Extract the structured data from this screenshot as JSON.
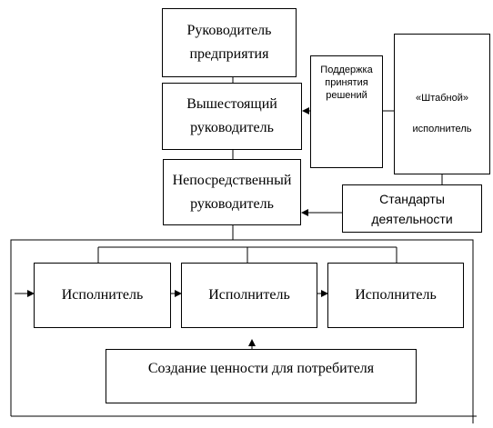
{
  "nodes": {
    "head": "Руководитель\nпредприятия",
    "senior": "Вышестоящий\nруководитель",
    "direct": "Непосредственный\nруководитель",
    "support": "Поддержка\nпринятия\nрешений",
    "staff_top": "«Штабной»",
    "staff_bottom": "исполнитель",
    "standards": "Стандарты\nдеятельности",
    "executor_1": "Исполнитель",
    "executor_2": "Исполнитель",
    "executor_3": "Исполнитель",
    "value": "Создание ценности для потребителя"
  },
  "colors": {
    "line": "#000000",
    "fill": "#ffffff"
  }
}
